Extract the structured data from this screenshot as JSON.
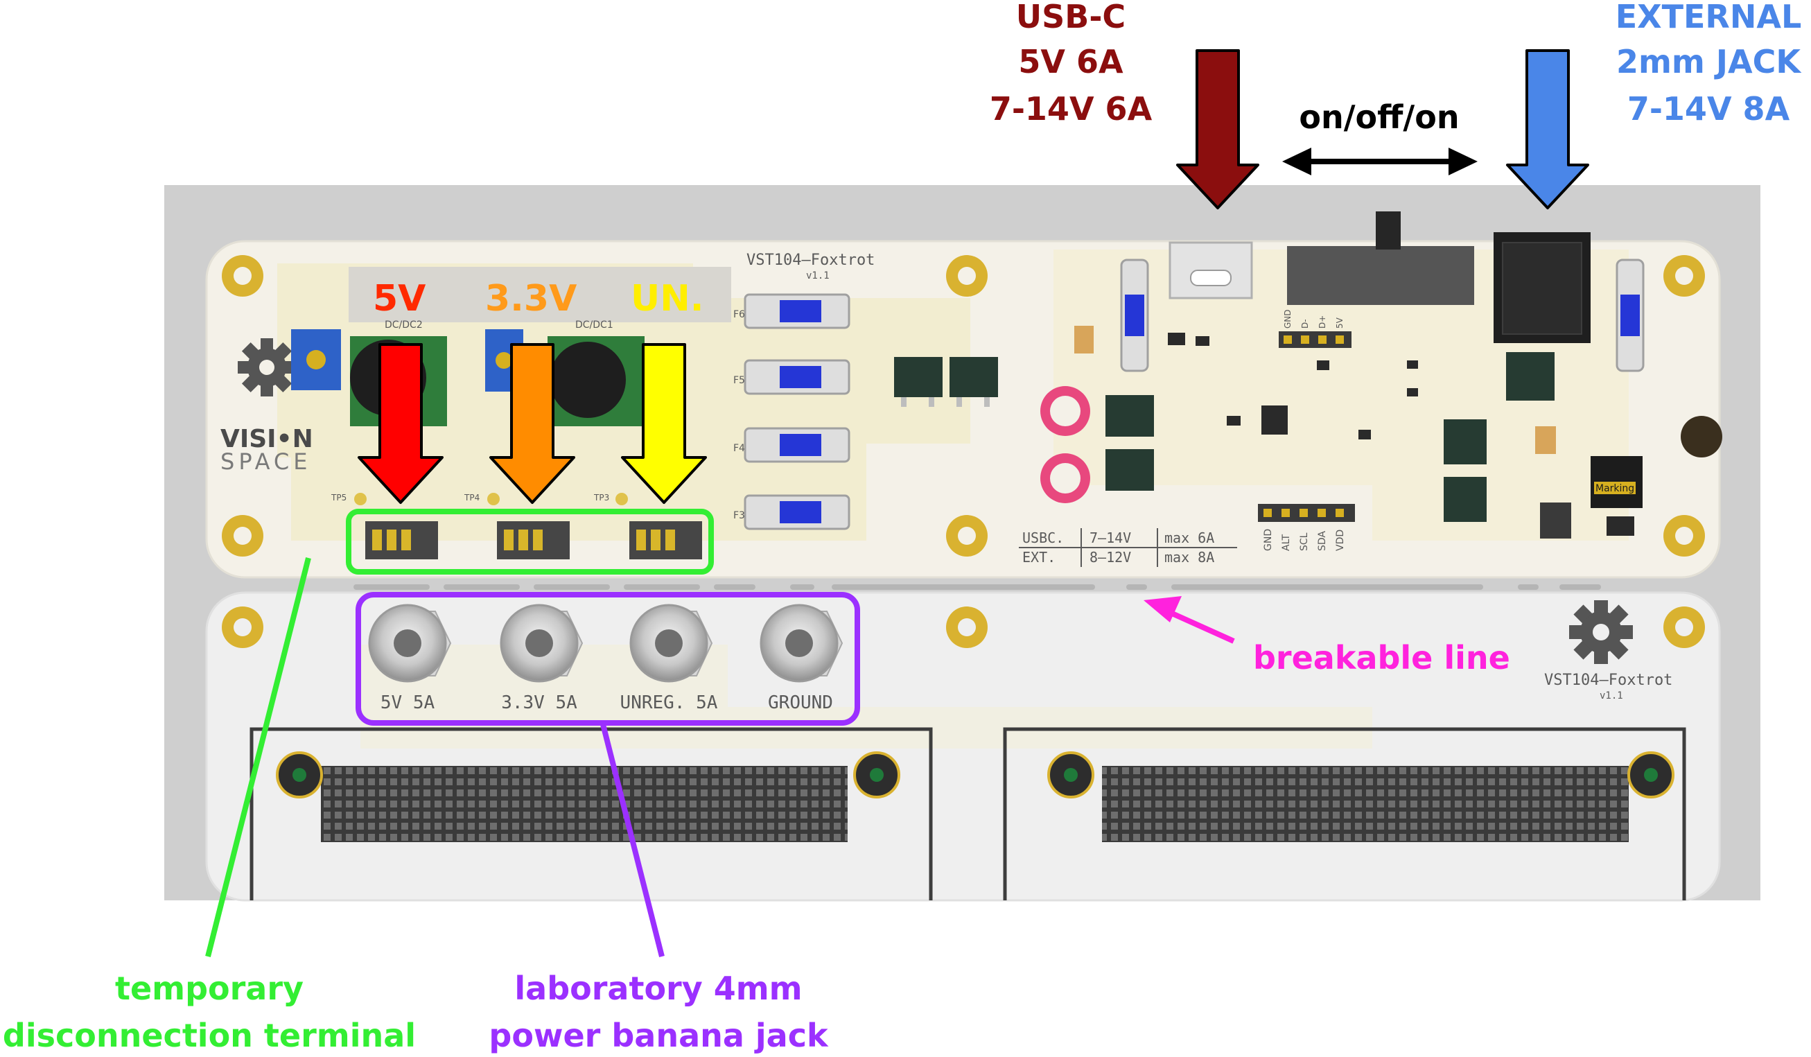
{
  "top_callouts": {
    "usbc": {
      "line1": "USB-C",
      "line2": "5V 6A",
      "line3": "7-14V 6A",
      "color": "#8b0e0e"
    },
    "switch_label": "on/off/on",
    "external": {
      "line1": "EXTERNAL",
      "line2": "2mm JACK",
      "line3": "7-14V 8A",
      "color": "#4a86e8"
    }
  },
  "rail_labels": [
    {
      "text": "5V",
      "color": "#ff2a00"
    },
    {
      "text": "3.3V",
      "color": "#ff9a1a"
    },
    {
      "text": "UN.",
      "color": "#ffee00"
    }
  ],
  "rail_arrow_colors": [
    "#ff0000",
    "#ff8c00",
    "#ffff00"
  ],
  "board": {
    "title": "VST104—Foxtrot",
    "version": "v1.1",
    "logo_line1": "VISI•N",
    "logo_line2": "SPACE",
    "rating_table": [
      [
        "USBC.",
        "7—14V",
        "max 6A"
      ],
      [
        "EXT.",
        "8—12V",
        "max 8A"
      ]
    ],
    "header_pins": [
      "GND",
      "D-",
      "D+",
      "5V"
    ],
    "i2c_pins": [
      "GND",
      "ALT",
      "SCL",
      "SDA",
      "VDD"
    ],
    "module_label_1": "DC/DC2",
    "module_label_2": "DC/DC1",
    "component_marking": "Marking",
    "fuse_refs": [
      "F6",
      "F5",
      "F4",
      "F3"
    ],
    "test_points": [
      "TP5",
      "TP4",
      "TP3"
    ]
  },
  "jacks": [
    "5V 5A",
    "3.3V 5A",
    "UNREG. 5A",
    "GROUND"
  ],
  "lower_board": {
    "title": "VST104—Foxtrot",
    "version": "v1.1"
  },
  "bottom_callouts": {
    "terminal": {
      "line1": "temporary",
      "line2": "disconnection terminal",
      "color": "#33ee33"
    },
    "banana": {
      "line1": "laboratory 4mm",
      "line2": "power banana jack",
      "color": "#9b30ff"
    },
    "breakable": {
      "text": "breakable line",
      "color": "#ff22dd"
    }
  }
}
